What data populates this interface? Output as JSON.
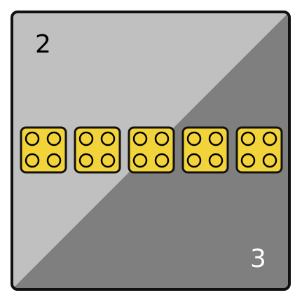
{
  "board": {
    "top_left_value": "2",
    "bottom_right_value": "3",
    "colors": {
      "frame": "#111111",
      "light_region": "#c0c0c0",
      "dark_region": "#7f7f7f",
      "tile_fill": "#f2d43a",
      "tile_pips": "#000000",
      "top_left_text": "#000000",
      "bottom_right_text": "#ffffff"
    }
  },
  "tiles": [
    {
      "name": "tile-1",
      "pips": 4
    },
    {
      "name": "tile-2",
      "pips": 4
    },
    {
      "name": "tile-3",
      "pips": 4
    },
    {
      "name": "tile-4",
      "pips": 4
    },
    {
      "name": "tile-5",
      "pips": 4
    }
  ]
}
